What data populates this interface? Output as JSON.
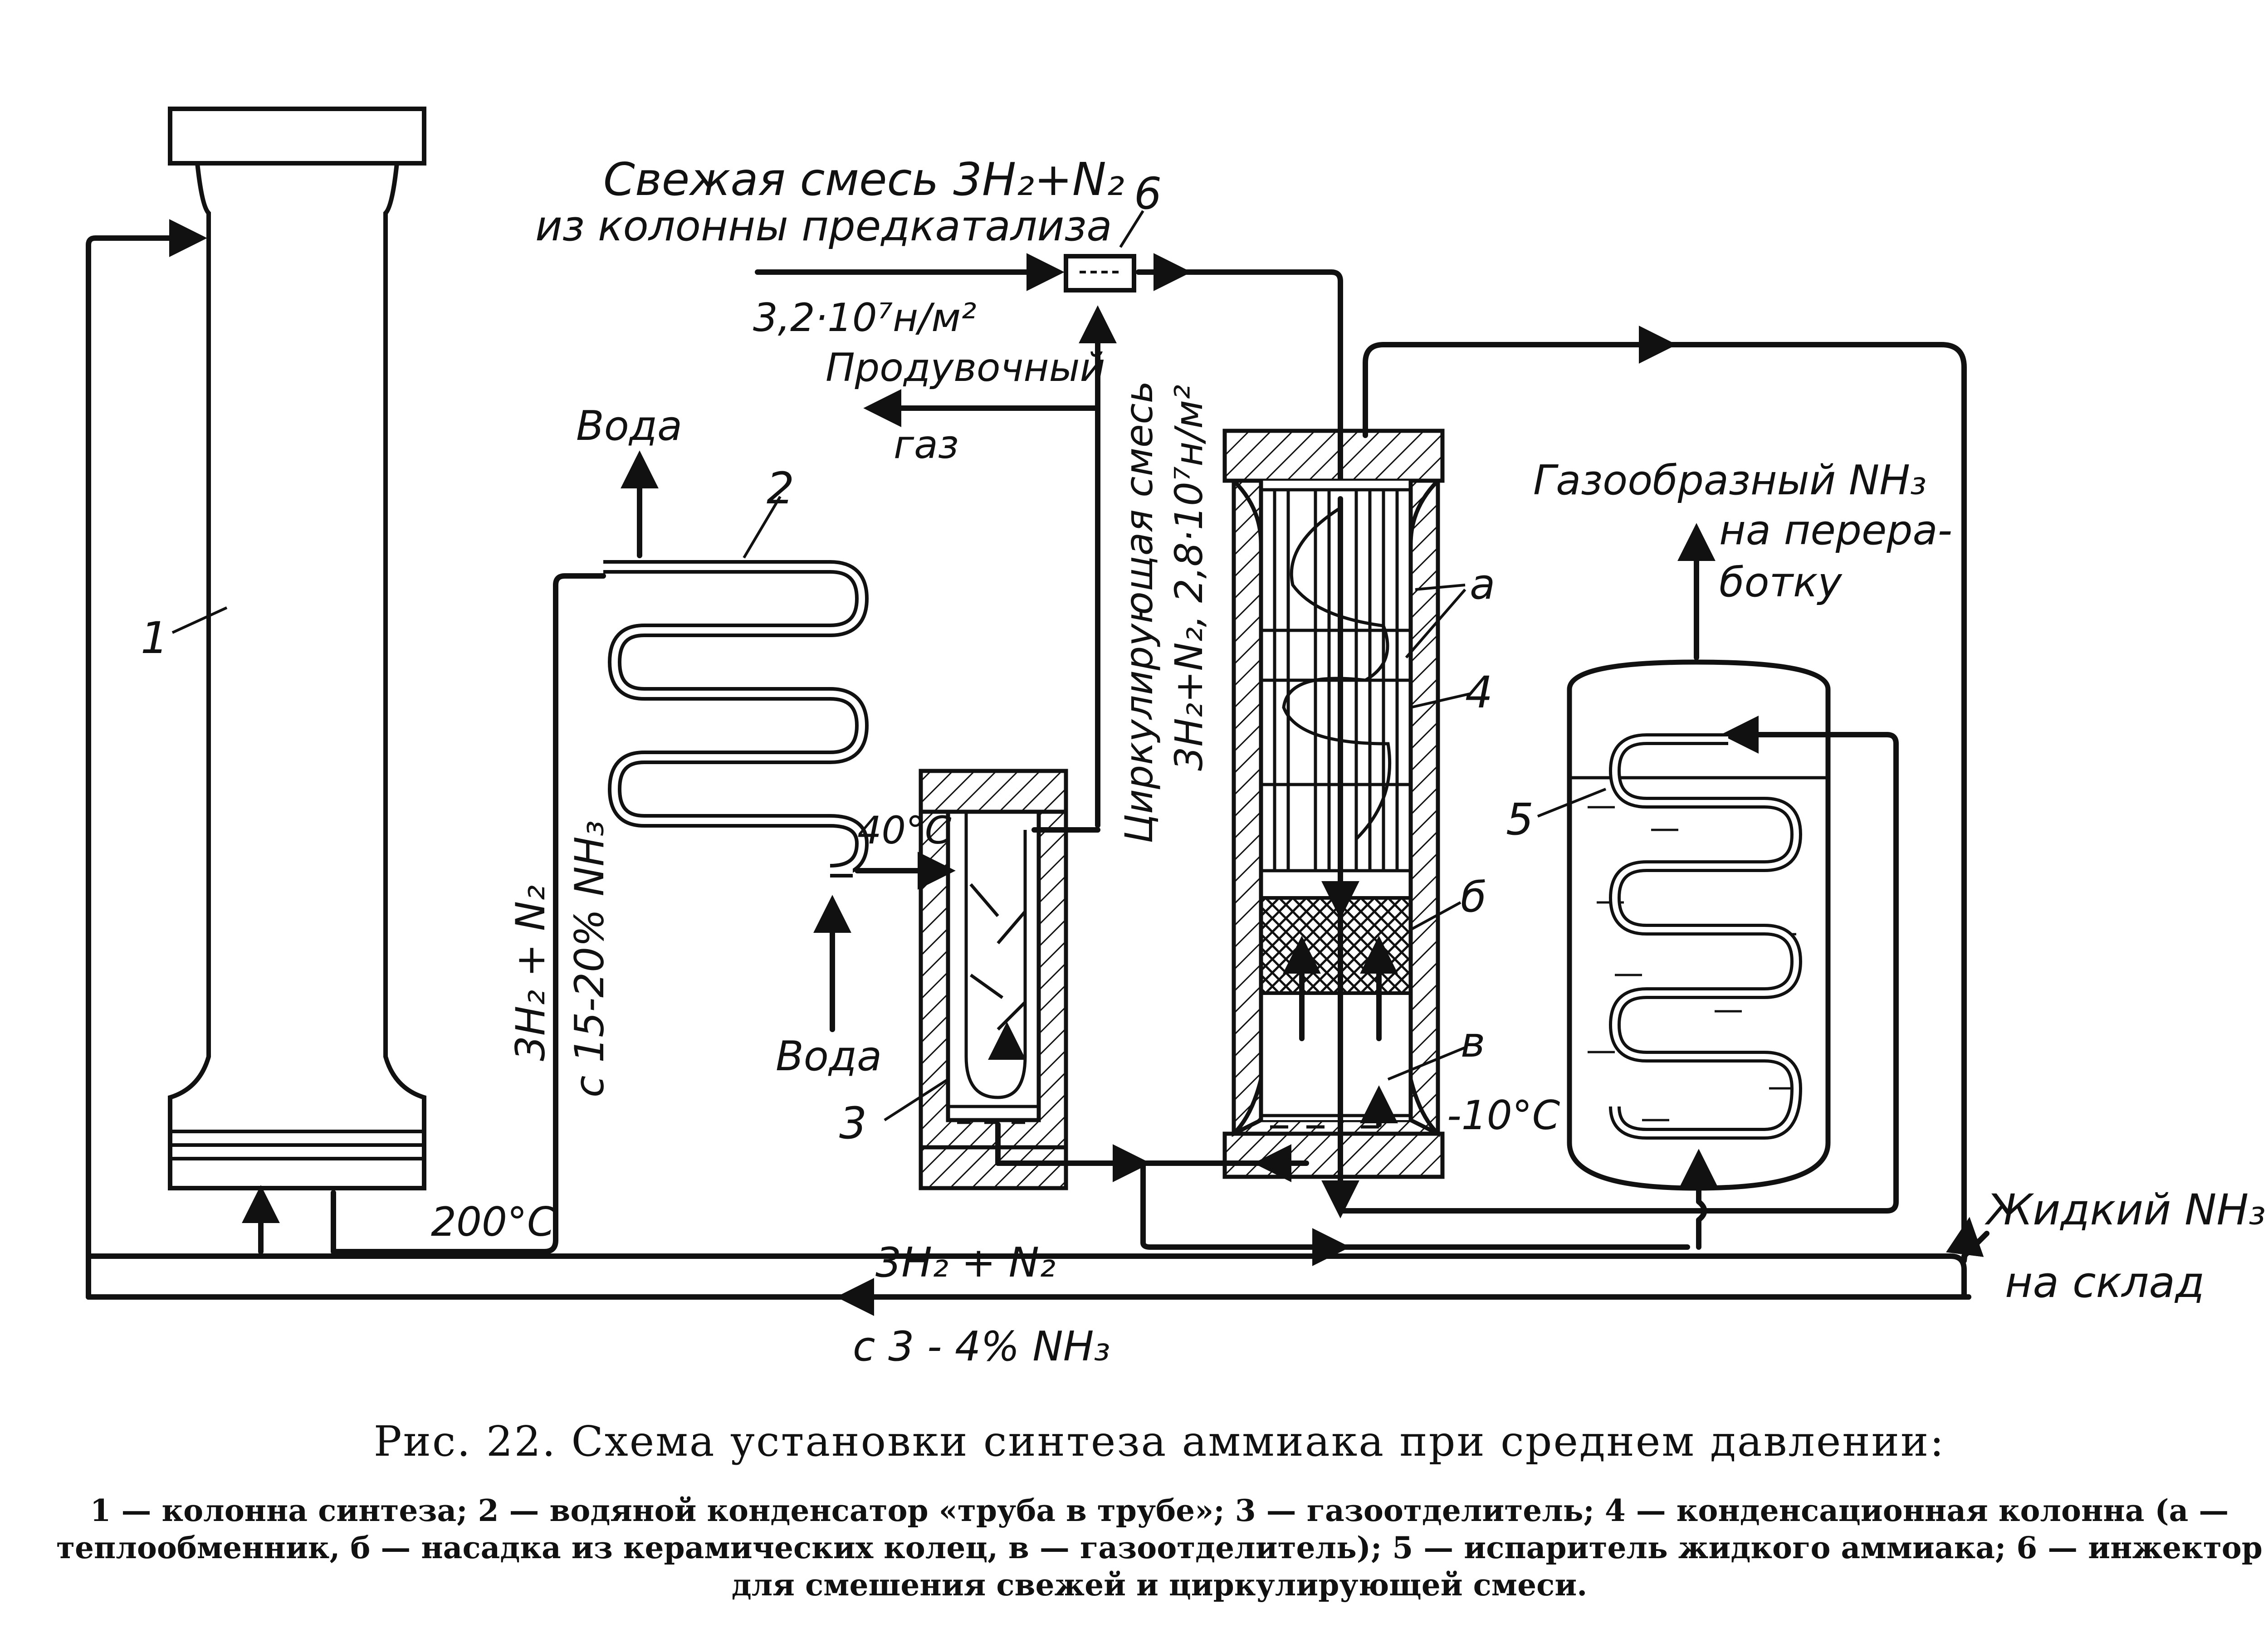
{
  "labels": {
    "fresh_mix_line1": "Свежая смесь 3H₂+N₂",
    "fresh_mix_line2": "из колонны предкатализа",
    "pressure_in": "3,2·10⁷н/м²",
    "purge_line1": "Продувочный",
    "purge_line2": "газ",
    "water_out": "Вода",
    "water_in": "Вода",
    "circ_line1": "Циркулирующая смесь",
    "circ_line2": "3H₂+N₂, 2,8·10⁷н/м²",
    "mix_vertical_line1": "3H₂ + N₂",
    "mix_vertical_line2": "с 15-20% NH₃",
    "temp_200": "200°C",
    "temp_40": "40°C",
    "temp_minus10": "-10°C",
    "gas_nh3_line1": "Газообразный NH₃",
    "gas_nh3_line2": "на перера-",
    "gas_nh3_line3": "ботку",
    "liquid_nh3_line1": "Жидкий NH₃",
    "liquid_nh3_line2": "на склад",
    "return_line1": "3H₂ + N₂",
    "return_line2": "с 3 - 4% NH₃",
    "part_a": "а",
    "part_b": "б",
    "part_v": "в"
  },
  "numbers": {
    "n1": "1",
    "n2": "2",
    "n3": "3",
    "n4": "4",
    "n5": "5",
    "n6": "6"
  },
  "caption": {
    "title": "Рис. 22. Схема установки синтеза аммиака при среднем давлении:",
    "legend": "1 — колонна синтеза; 2 — водяной конденсатор «труба в трубе»; 3 — газоотделитель; 4 — конденсационная колонна (а — теплообменник, б — насадка из керамических колец, в — газоотделитель); 5 — испаритель жидкого аммиака; 6 — инжектор для смешения свежей и циркулирующей смеси."
  }
}
